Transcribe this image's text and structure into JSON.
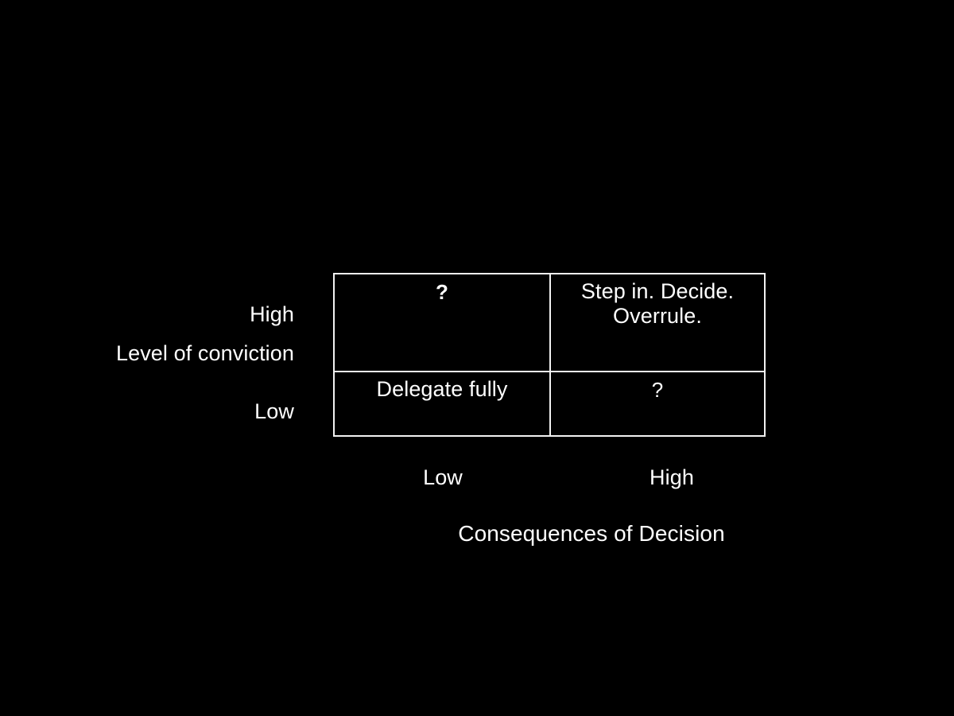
{
  "slide": {
    "background_color": "#000000",
    "text_color": "#ffffff",
    "border_color": "#f2f2f2"
  },
  "y_axis": {
    "title": "Level of conviction",
    "high_label": "High",
    "low_label": "Low"
  },
  "x_axis": {
    "title": "Consequences of Decision",
    "low_label": "Low",
    "high_label": "High"
  },
  "matrix": {
    "cells": [
      {
        "id": "high-conviction-low-consequences",
        "row": "High",
        "column": "Low",
        "text": "?"
      },
      {
        "id": "high-conviction-high-consequences",
        "row": "High",
        "column": "High",
        "line1": "Step in. Decide.",
        "line2": "Overrule.",
        "text": "Step in. Decide. Overrule."
      },
      {
        "id": "low-conviction-low-consequences",
        "row": "Low",
        "column": "Low",
        "text": "Delegate fully"
      },
      {
        "id": "low-conviction-high-consequences",
        "row": "Low",
        "column": "High",
        "text": "?"
      }
    ]
  },
  "chart_data": {
    "type": "table",
    "title": "",
    "xlabel": "Consequences of Decision",
    "ylabel": "Level of conviction",
    "x_categories": [
      "Low",
      "High"
    ],
    "y_categories": [
      "High",
      "Low"
    ],
    "cells": [
      [
        "?",
        "Step in. Decide. Overrule."
      ],
      [
        "Delegate fully",
        "?"
      ]
    ],
    "grid": true,
    "legend": "none"
  }
}
